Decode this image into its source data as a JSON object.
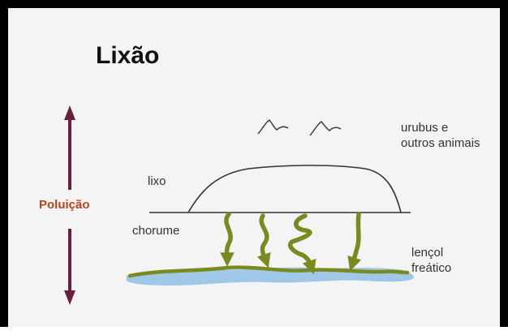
{
  "title": "Lixão",
  "labels": {
    "urubus_line1": "urubus e",
    "urubus_line2": "outros animais",
    "lixo": "lixo",
    "chorume": "chorume",
    "lencol_line1": "lençol",
    "lencol_line2": "freático",
    "poluicao": "Poluição"
  },
  "colors": {
    "arrow_pollution": "#6b1f3f",
    "leachate": "#7a8a1e",
    "water": "#9fc8e8",
    "poluicao_text": "#b8431a"
  }
}
